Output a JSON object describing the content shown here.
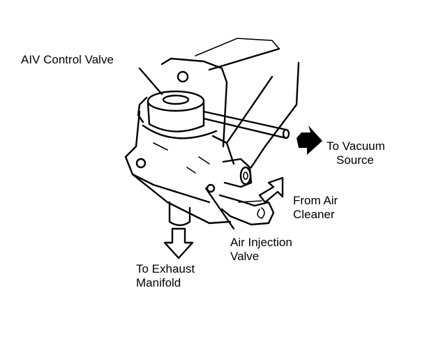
{
  "labels": {
    "aiv_control_valve": "AIV Control Valve",
    "to_vacuum_source": [
      "To Vacuum",
      "Source"
    ],
    "from_air_cleaner": [
      "From Air",
      "Cleaner"
    ],
    "air_injection_valve": [
      "Air Injection",
      "Valve"
    ],
    "to_exhaust_manifold": [
      "To Exhaust",
      "Manifold"
    ]
  },
  "colors": {
    "ink": "#000000",
    "background": "#ffffff"
  }
}
